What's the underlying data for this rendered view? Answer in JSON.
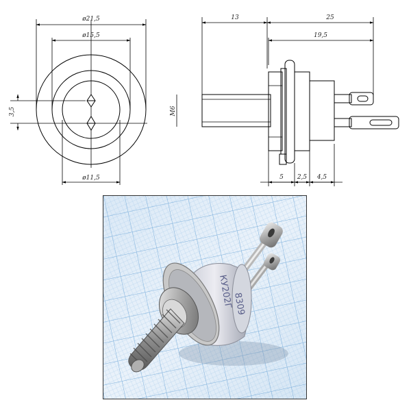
{
  "drawing": {
    "dimensions": {
      "outer_diameter": "ø21,5",
      "mid_diameter": "ø15,5",
      "inner_diameter": "ø11,5",
      "pin_offset": "3,5",
      "overall_left": "13",
      "overall_right": "25",
      "lead_length": "19,5",
      "thread": "M6",
      "seg1": "5",
      "seg2": "2,5",
      "seg3": "4,5"
    }
  },
  "photo": {
    "body_marking": "КУ202Г",
    "date_code": "8309"
  }
}
